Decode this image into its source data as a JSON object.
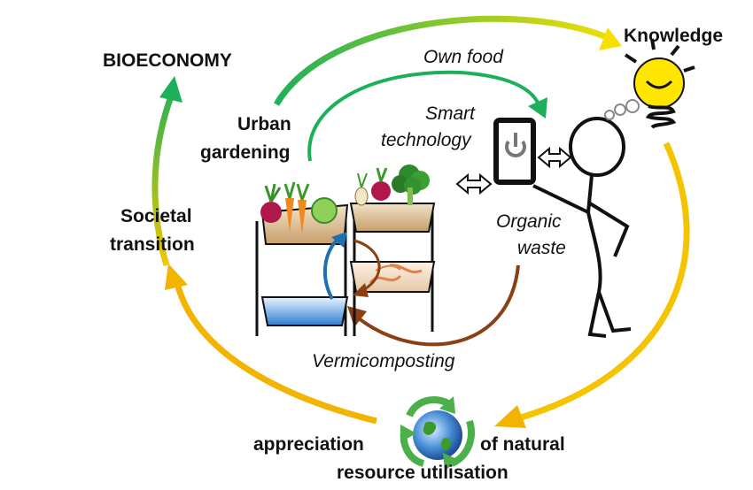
{
  "labels": {
    "bioeconomy": "BIOECONOMY",
    "knowledge": "Knowledge",
    "own_food": "Own food",
    "urban": "Urban",
    "gardening": "gardening",
    "smart": "Smart",
    "technology": "technology",
    "societal": "Societal",
    "transition": "transition",
    "organic": "Organic",
    "waste": "waste",
    "vermicomposting": "Vermicomposting",
    "appreciation": "appreciation",
    "of_natural": "of natural",
    "resource_utilisation": "resource utilisation"
  },
  "colors": {
    "green": "#1db05a",
    "yellow": "#f5c400",
    "orange": "#f2a900",
    "brown": "#8b3f12",
    "blue": "#1f6fb5",
    "bulb": "#ffe600"
  },
  "icons": {
    "phone": "power-button-icon",
    "person": "stick-figure-icon",
    "bulb": "lightbulb-icon",
    "recycle": "recycle-globe-icon"
  }
}
